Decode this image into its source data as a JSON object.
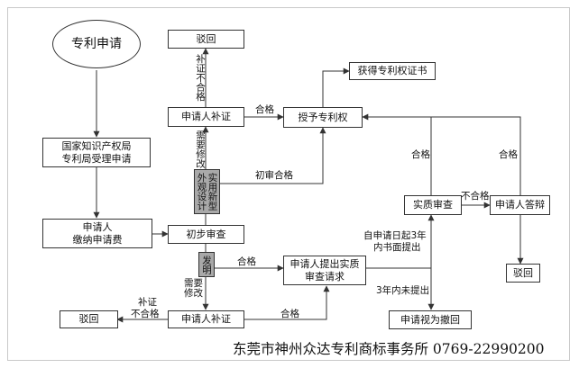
{
  "nodes": {
    "start": "专利申请",
    "office": "国家知识产权局\n专利局受理申请",
    "fee": "申请人\n缴纳申请费",
    "prelim": "初步审查",
    "supp_top": "申请人补证",
    "reject_top": "驳回",
    "grant": "授予专利权",
    "cert": "获得专利权证书",
    "utility_design": "实用新型外观设计",
    "invention": "发明",
    "exam_request": "申请人提出实质审查请求",
    "supp_bottom": "申请人补证",
    "reject_left": "驳回",
    "substantive": "实质审查",
    "reply": "申请人答辩",
    "reject_right": "驳回",
    "withdrawn": "申请视为撤回"
  },
  "labels": {
    "supp_fail_top": "补证不合格",
    "pass_grant": "合格",
    "need_fix_top": "需要修改",
    "prelim_pass": "初审合格",
    "invention_pass": "合格",
    "need_fix_bottom": "需要修改",
    "supp_fail_bottom_1": "补证",
    "supp_fail_bottom_2": "不合格",
    "supp_pass_bottom": "合格",
    "within3y_1": "自申请日起3年",
    "within3y_2": "内书面提出",
    "not_within3y": "3年内未提出",
    "sub_pass": "合格",
    "sub_fail": "不合格",
    "reply_pass": "合格"
  },
  "footer": "东莞市神州众达专利商标事务所 0769-22990200"
}
